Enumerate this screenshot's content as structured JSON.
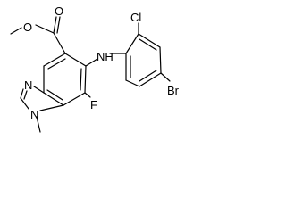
{
  "molecule": {
    "atoms": {
      "ester_o_methyl": "O",
      "ester_o_carbonyl": "O",
      "amine_nh": "NH",
      "chloro": "Cl",
      "bromo": "Br",
      "fluoro": "F",
      "imidazole_n3": "N",
      "imidazole_n1": "N"
    }
  }
}
